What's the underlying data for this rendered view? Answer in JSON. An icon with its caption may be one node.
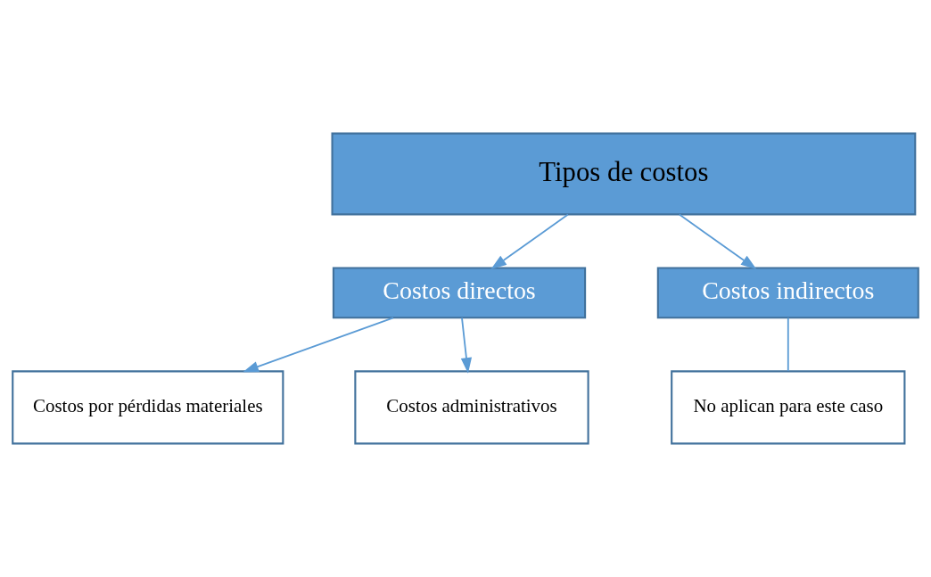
{
  "diagram": {
    "nodes": [
      {
        "text": [
          "Tipos de costos"
        ]
      },
      {
        "text": [
          "Costos directos"
        ]
      },
      {
        "text": [
          "Costos indirectos"
        ]
      },
      {
        "text": [
          "Costos por pérdidas materiales"
        ]
      },
      {
        "text": [
          "Costos administrativos"
        ]
      },
      {
        "text": [
          "No aplican para este caso"
        ]
      }
    ],
    "edges": [
      {
        "from": 0,
        "to": 1,
        "arrow": "to"
      },
      {
        "from": 0,
        "to": 2,
        "arrow": "to"
      },
      {
        "from": 1,
        "to": 3,
        "arrow": "to"
      },
      {
        "from": 1,
        "to": 4,
        "arrow": "to"
      },
      {
        "from": 2,
        "to": 5,
        "arrow": "none"
      }
    ]
  }
}
